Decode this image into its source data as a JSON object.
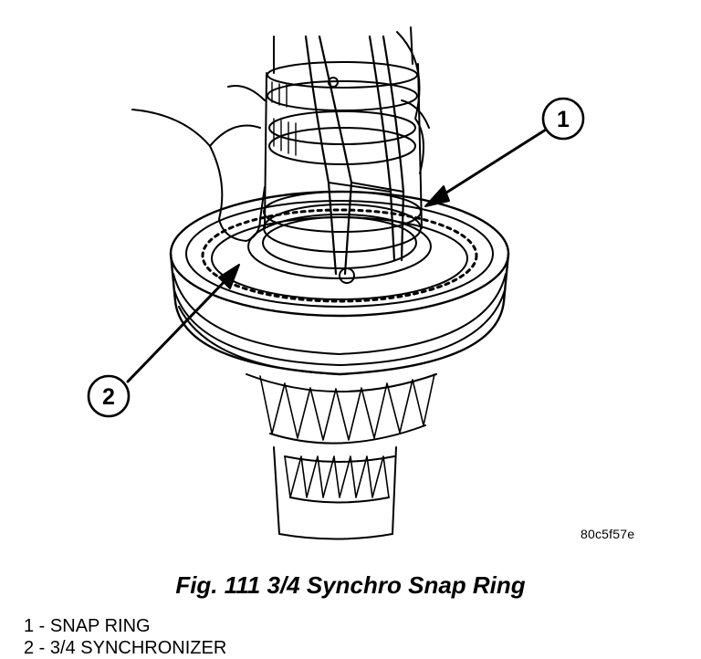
{
  "figure": {
    "callouts": [
      {
        "number": "1",
        "name": "callout-1"
      },
      {
        "number": "2",
        "name": "callout-2"
      }
    ],
    "image_code": "80c5f57e"
  },
  "caption": "Fig. 111 3/4 Synchro Snap Ring",
  "legend": [
    {
      "number": "1",
      "separator": " - ",
      "label": "SNAP RING"
    },
    {
      "number": "2",
      "separator": " - ",
      "label": "3/4 SYNCHRONIZER"
    }
  ],
  "colors": {
    "line": "#000000",
    "background": "#ffffff"
  }
}
